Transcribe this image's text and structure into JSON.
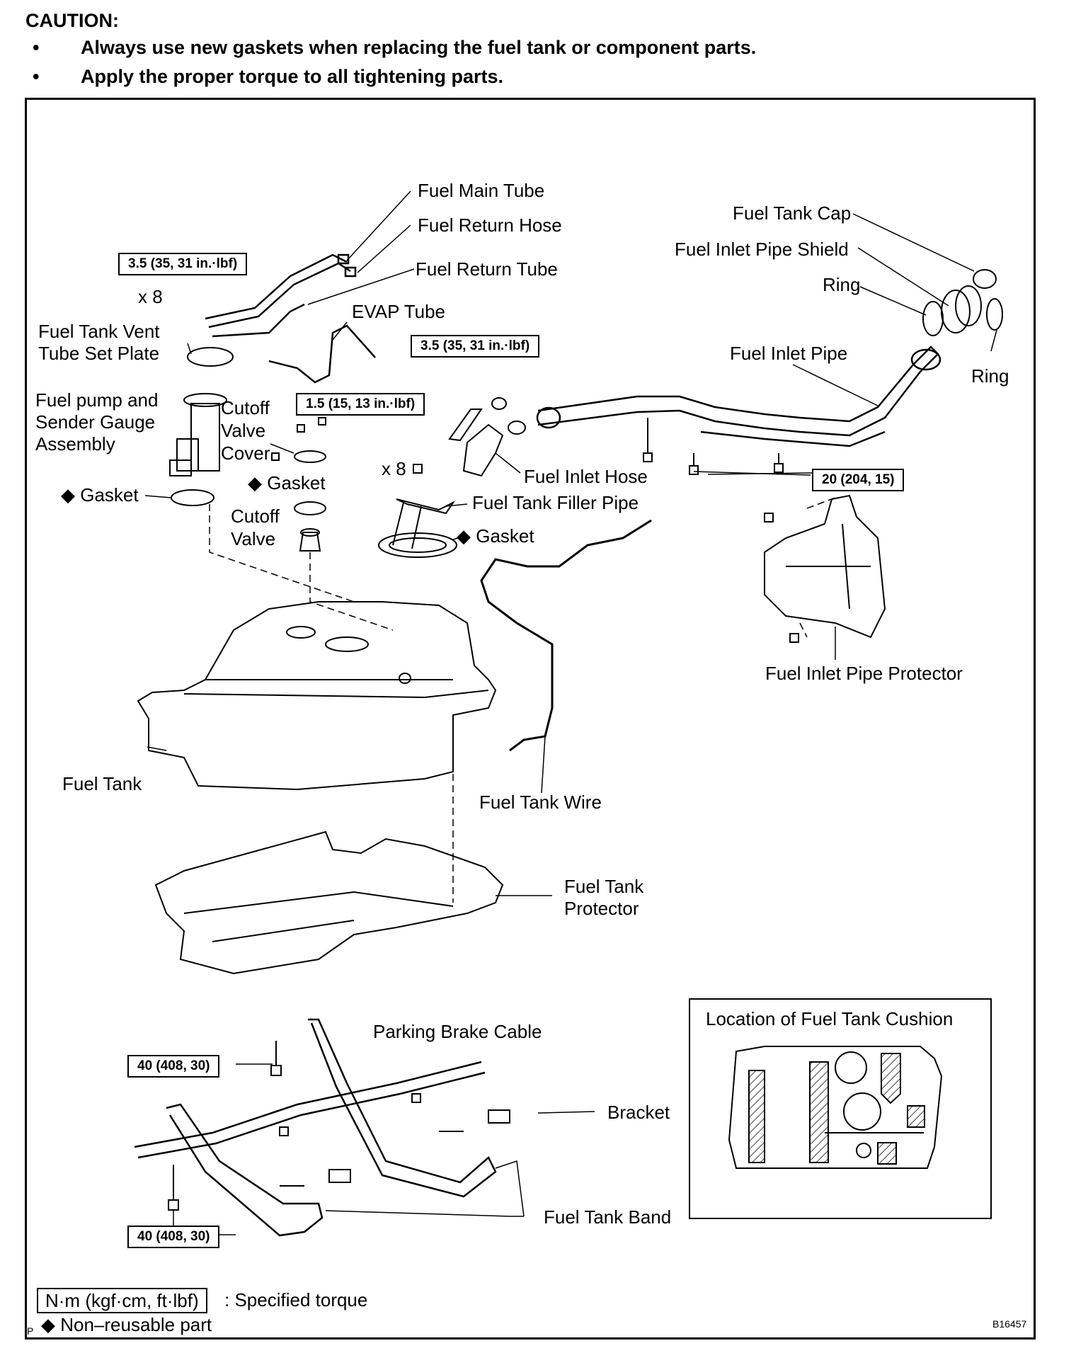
{
  "caution": {
    "title": "CAUTION:",
    "bullets": [
      "Always use new gaskets when replacing the fuel tank or component parts.",
      "Apply the proper torque to all tightening parts."
    ]
  },
  "torque_specs": {
    "vent_plate": "3.5 (35, 31 in.·lbf)",
    "filler_pipe": "3.5 (35, 31 in.·lbf)",
    "cutoff_cover": "1.5 (15, 13 in.·lbf)",
    "inlet_pipe": "20 (204, 15)",
    "band_upper": "40 (408, 30)",
    "band_lower": "40 (408, 30)"
  },
  "labels": {
    "fuel_main_tube": "Fuel Main Tube",
    "fuel_return_hose": "Fuel Return Hose",
    "fuel_return_tube": "Fuel Return Tube",
    "evap_tube": "EVAP Tube",
    "x8_left": "x 8",
    "x8_right": "x 8",
    "vent_plate_line1": "Fuel Tank Vent",
    "vent_plate_line2": "Tube Set Plate",
    "pump_line1": "Fuel pump and",
    "pump_line2": "Sender Gauge",
    "pump_line3": "Assembly",
    "cutoff_cover_line1": "Cutoff",
    "cutoff_cover_line2": "Valve",
    "cutoff_cover_line3": "Cover",
    "gasket_pump": "◆ Gasket",
    "gasket_cutoff": "◆ Gasket",
    "gasket_filler": "◆ Gasket",
    "cutoff_valve_line1": "Cutoff",
    "cutoff_valve_line2": "Valve",
    "fuel_inlet_hose": "Fuel Inlet Hose",
    "fuel_tank_filler_pipe": "Fuel Tank Filler Pipe",
    "fuel_tank_cap": "Fuel Tank Cap",
    "fuel_inlet_pipe_shield": "Fuel Inlet Pipe Shield",
    "ring_left": "Ring",
    "ring_right": "Ring",
    "fuel_inlet_pipe": "Fuel Inlet Pipe",
    "fuel_inlet_pipe_protector": "Fuel Inlet Pipe Protector",
    "fuel_tank": "Fuel Tank",
    "fuel_tank_wire": "Fuel Tank Wire",
    "fuel_tank_protector_line1": "Fuel Tank",
    "fuel_tank_protector_line2": "Protector",
    "parking_brake_cable": "Parking Brake Cable",
    "bracket": "Bracket",
    "fuel_tank_band": "Fuel Tank Band"
  },
  "inset": {
    "title": "Location of Fuel Tank Cushion"
  },
  "legend": {
    "torque_box": "N·m (kgf·cm, ft·lbf)",
    "torque_text": ": Specified torque",
    "nonreusable": "◆ Non–reusable part",
    "p_mark": "P"
  },
  "figure_code": "B16457"
}
